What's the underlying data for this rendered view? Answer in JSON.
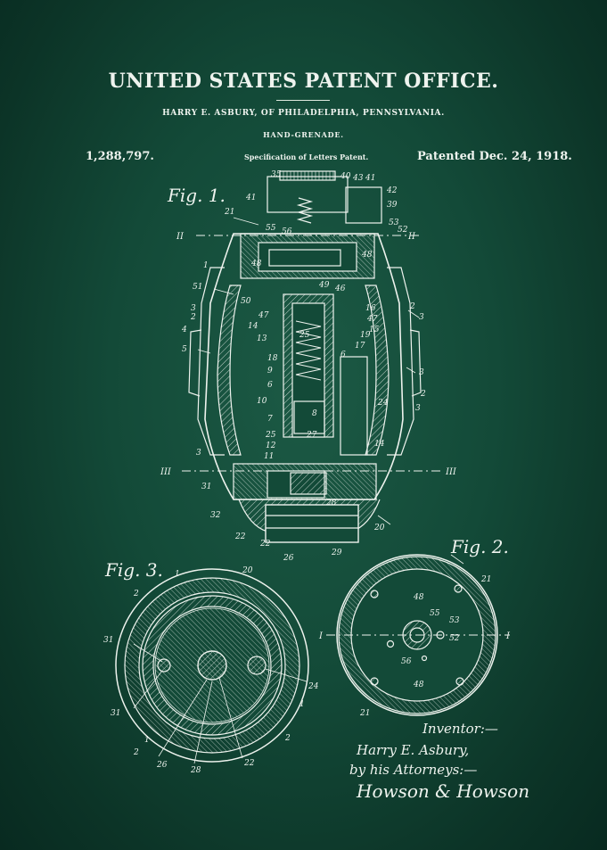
{
  "header": {
    "title": "UNITED STATES PATENT OFFICE.",
    "inventor": "HARRY E. ASBURY, OF PHILADELPHIA, PENNSYLVANIA.",
    "subject": "HAND-GRENADE.",
    "patent_number": "1,288,797.",
    "spec_label": "Specification of Letters Patent.",
    "patent_date": "Patented Dec. 24, 1918."
  },
  "figures": {
    "fig1_label": "Fig. 1.",
    "fig2_label": "Fig. 2.",
    "fig3_label": "Fig. 3.",
    "section_II": "II",
    "section_III": "III",
    "section_I": "I"
  },
  "signature": {
    "line1": "Inventor:—",
    "line2": "Harry E. Asbury,",
    "line3": "by his Attorneys:—",
    "line4": "Howson & Howson"
  },
  "colors": {
    "background": "#134a38",
    "ink": "#eef3ee"
  }
}
